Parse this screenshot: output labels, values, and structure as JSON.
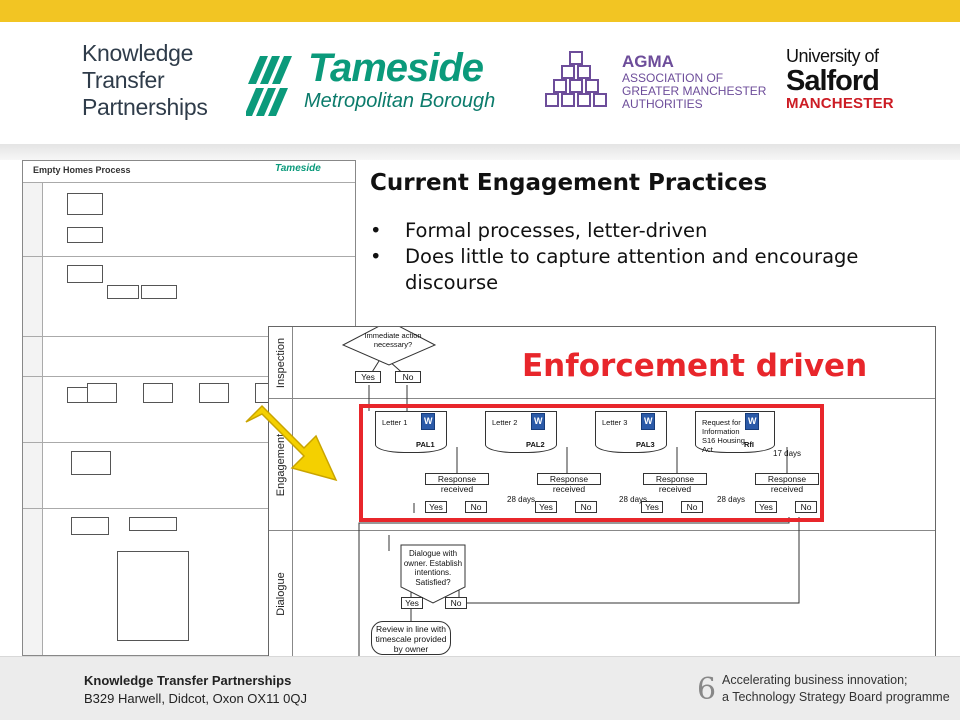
{
  "header": {
    "ktp_logo_lines": [
      "Knowledge",
      "Transfer",
      "Partnerships"
    ],
    "tameside_name": "Tameside",
    "tameside_sub": "Metropolitan Borough",
    "agma_title": "AGMA",
    "agma_lines": [
      "ASSOCIATION OF",
      "GREATER MANCHESTER",
      "AUTHORITIES"
    ],
    "uos_top": "University of",
    "uos_mid": "Salford",
    "uos_bot": "MANCHESTER",
    "accent_color": "#f2c523"
  },
  "slide": {
    "title": "Current Engagement Practices",
    "bullets": [
      "Formal processes, letter-driven",
      "Does little to capture attention and encourage discourse"
    ],
    "callout": "Enforcement driven",
    "callout_color": "#e8262b"
  },
  "thumbnail": {
    "title": "Empty Homes Process",
    "logo": "Tameside"
  },
  "zoom": {
    "lanes": [
      "Inspection",
      "Engagement",
      "Dialogue"
    ],
    "decision_top": "Immediate action necessary?",
    "yes": "Yes",
    "no": "No",
    "docs": [
      {
        "label": "Letter 1",
        "code": "PAL1"
      },
      {
        "label": "Letter 2",
        "code": "PAL2"
      },
      {
        "label": "Letter 3",
        "code": "PAL3"
      },
      {
        "label": "Request for Information S16 Housing Act",
        "code": "RfI"
      }
    ],
    "response": "Response received",
    "days_28": "28 days",
    "days_17": "17 days",
    "dialogue_box": "Dialogue with owner. Establish intentions. Satisfied?",
    "review_box": "Review in line with timescale provided by owner"
  },
  "footer": {
    "org": "Knowledge Transfer Partnerships",
    "address": "B329 Harwell, Didcot, Oxon OX11 0QJ",
    "page_number": "6",
    "tagline_1": "Accelerating business innovation;",
    "tagline_2": "a Technology Strategy Board programme"
  }
}
